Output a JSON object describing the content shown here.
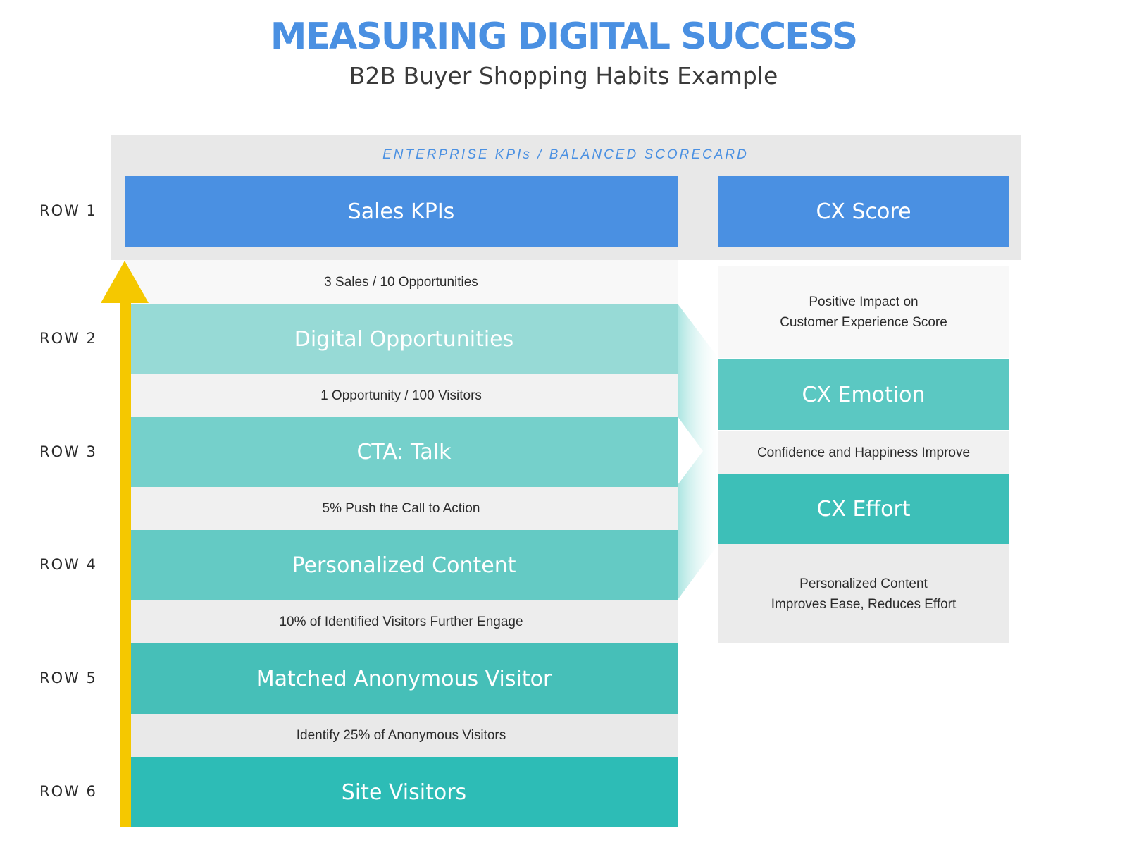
{
  "header": {
    "title": "MEASURING DIGITAL SUCCESS",
    "subtitle": "B2B Buyer Shopping Habits Example"
  },
  "scorecard_label": "ENTERPRISE KPIs / BALANCED SCORECARD",
  "row_labels": [
    "ROW 1",
    "ROW 2",
    "ROW 3",
    "ROW 4",
    "ROW 5",
    "ROW 6"
  ],
  "left_column": {
    "boxes": [
      {
        "label": "Sales KPIs",
        "color": "#4a90e2"
      },
      {
        "label": "Digital Opportunities",
        "color": "#97dad6"
      },
      {
        "label": "CTA: Talk",
        "color": "#75d0cb"
      },
      {
        "label": "Personalized Content",
        "color": "#64cac4"
      },
      {
        "label": "Matched Anonymous Visitor",
        "color": "#46bfb8"
      },
      {
        "label": "Site Visitors",
        "color": "#2dbcb6"
      }
    ],
    "connectors": [
      "3 Sales / 10 Opportunities",
      "1 Opportunity / 100 Visitors",
      "5% Push the Call to Action",
      "10% of Identified Visitors Further Engage",
      "Identify 25% of Anonymous Visitors"
    ]
  },
  "right_column": {
    "boxes": [
      {
        "label": "CX Score",
        "color": "#4a90e2"
      },
      {
        "label": "CX Emotion",
        "color": "#5bc8c2"
      },
      {
        "label": "CX Effort",
        "color": "#3dbfb8"
      }
    ],
    "connectors": [
      [
        "Positive Impact on",
        "Customer Experience Score"
      ],
      [
        "Confidence and Happiness Improve"
      ],
      [
        "Personalized Content",
        "Improves Ease, Reduces Effort"
      ]
    ]
  },
  "colors": {
    "title_blue": "#4a90e2",
    "arrow_yellow": "#f5c800",
    "panel_gray": "#e8e8e8"
  }
}
